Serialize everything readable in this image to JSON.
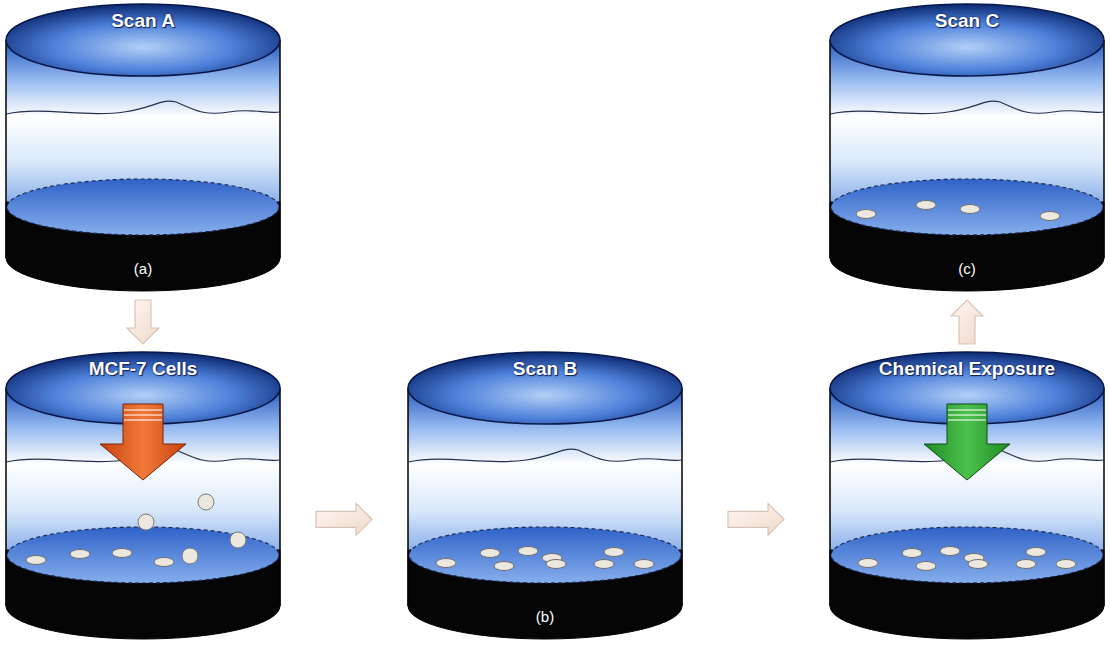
{
  "diagram": {
    "nodes": [
      {
        "text": [
          "Scan A",
          "(a)"
        ]
      },
      {
        "text": [
          "MCF-7 Cells"
        ]
      },
      {
        "text": [
          "Scan B",
          "(b)"
        ]
      },
      {
        "text": [
          "Chemical Exposure"
        ]
      },
      {
        "text": [
          "Scan C",
          "(c)"
        ]
      }
    ],
    "edges": [
      {
        "from": 0,
        "to": 1,
        "arrow": "to"
      },
      {
        "from": 1,
        "to": 2,
        "arrow": "to"
      },
      {
        "from": 2,
        "to": 3,
        "arrow": "to"
      },
      {
        "from": 3,
        "to": 4,
        "arrow": "to"
      }
    ]
  }
}
